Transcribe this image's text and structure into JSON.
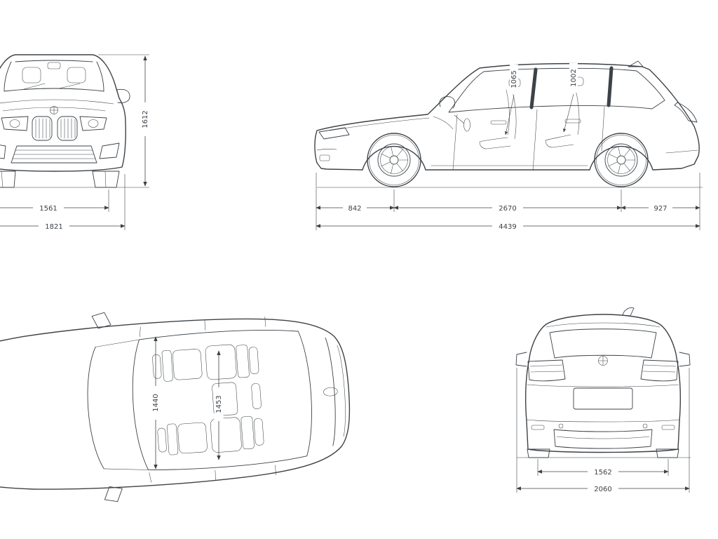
{
  "colors": {
    "line": "#3d4247",
    "background": "#ffffff"
  },
  "views": {
    "front": {
      "dims": {
        "overall_height": "1612",
        "track": "1561",
        "overall_width": "1821"
      }
    },
    "side": {
      "dims": {
        "front_headroom": "1065",
        "rear_headroom": "1002",
        "front_overhang": "842",
        "wheelbase": "2670",
        "rear_overhang": "927",
        "overall_length": "4439"
      }
    },
    "top": {
      "dims": {
        "front_interior_width": "1440",
        "rear_interior_width": "1453"
      }
    },
    "rear": {
      "dims": {
        "rear_track": "1562",
        "overall_width_incl_mirrors": "2060"
      }
    }
  }
}
